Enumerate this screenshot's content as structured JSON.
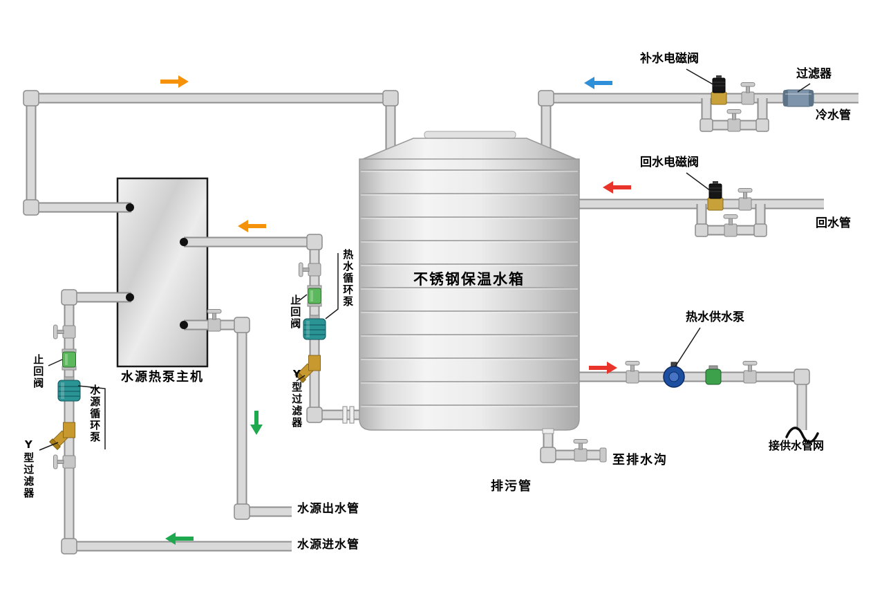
{
  "labels": {
    "tank": "不锈钢保温水箱",
    "heat_pump": "水源热泵主机",
    "makeup_solenoid": "补水电磁阀",
    "inline_filter": "过滤器",
    "cold_water_pipe": "冷水管",
    "return_solenoid": "回水电磁阀",
    "return_pipe": "回水管",
    "hot_supply_pump": "热水供水泵",
    "to_drain_ditch": "至排水沟",
    "sewage_pipe": "排污管",
    "source_outlet_pipe": "水源出水管",
    "source_inlet_pipe": "水源进水管",
    "to_supply_network": "接供水管网",
    "check_valve_left": "止回阀",
    "source_circ_pump": "水源循环泵",
    "y_filter_left": "Y型过滤器",
    "check_valve_mid": "止回阀",
    "hot_circ_pump": "热水循环泵",
    "y_filter_mid": "Y型过滤器"
  },
  "colors": {
    "arrow_orange": "#f5920a",
    "arrow_blue": "#2f8fd8",
    "arrow_red": "#e8342a",
    "arrow_green": "#1ea94e",
    "check_valve_green": "#5cb85c",
    "pump_teal": "#2a9393",
    "y_filter_brass": "#c8992e",
    "solenoid_black": "#161616",
    "solenoid_base_brass": "#c9a13a",
    "inline_filter_blue": "#7e94aa",
    "supply_pump_blue": "#1d4fa0",
    "supply_valve_green": "#3da04b",
    "pipe_gray": "#dadada"
  }
}
